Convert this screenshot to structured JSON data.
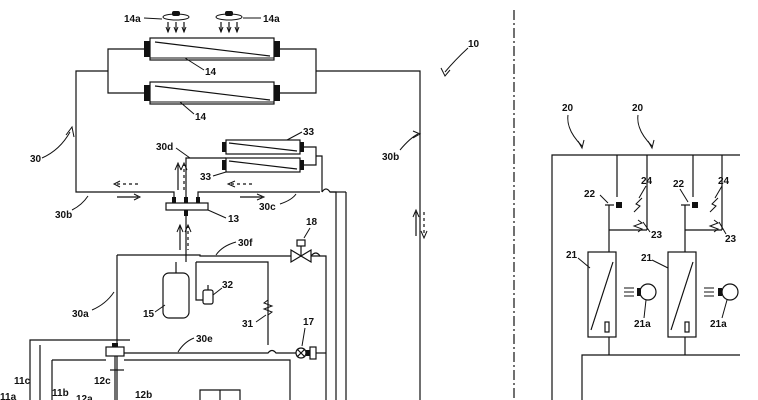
{
  "labels": {
    "l14a_left": "14a",
    "l14a_right": "14a",
    "l14_top": "14",
    "l14_bottom": "14",
    "l10": "10",
    "l30": "30",
    "l30b_left": "30b",
    "l30b_right": "30b",
    "l30c": "30c",
    "l30d": "30d",
    "l33_top": "33",
    "l33_left": "33",
    "l13": "13",
    "l18": "18",
    "l30f": "30f",
    "l32": "32",
    "l15": "15",
    "l30a": "30a",
    "l31": "31",
    "l17": "17",
    "l30e": "30e",
    "l11c": "11c",
    "l11a": "11a",
    "l11b": "11b",
    "l12c": "12c",
    "l12a": "12a",
    "l12b": "12b",
    "l20_left": "20",
    "l20_right": "20",
    "l22_left": "22",
    "l22_right": "22",
    "l24_left": "24",
    "l24_right": "24",
    "l23_left": "23",
    "l23_right": "23",
    "l21_left": "21",
    "l21_right": "21",
    "l21a_left": "21a",
    "l21a_right": "21a"
  }
}
